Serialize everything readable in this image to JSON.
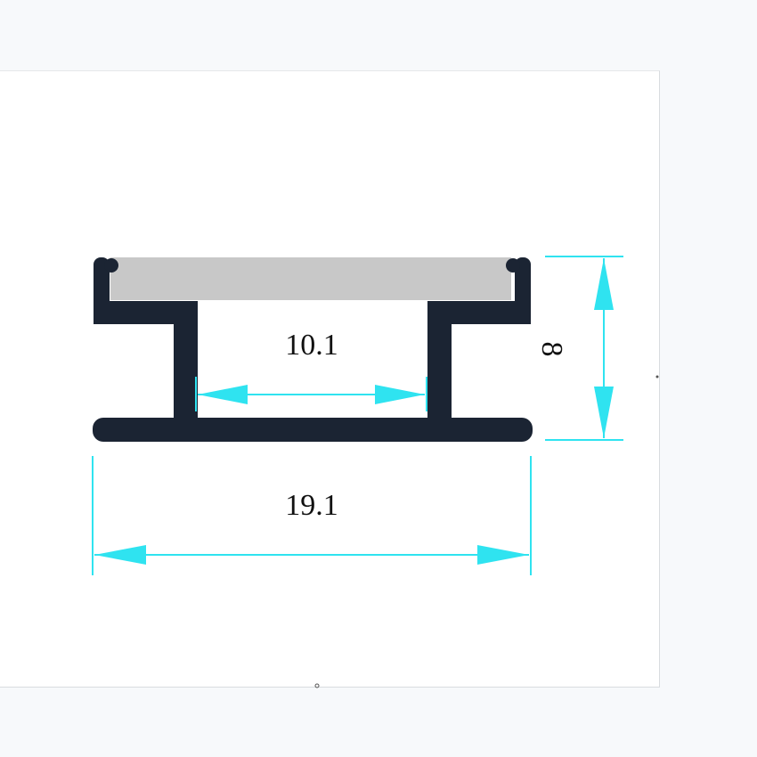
{
  "drawing": {
    "dimensions": {
      "inner_width": "10.1",
      "outer_width": "19.1",
      "height": "8"
    },
    "colors": {
      "profile": "#1b2433",
      "diffuser": "#c8c8c8",
      "dimension_line": "#2fe3f0",
      "dimension_text": "#111111"
    }
  }
}
